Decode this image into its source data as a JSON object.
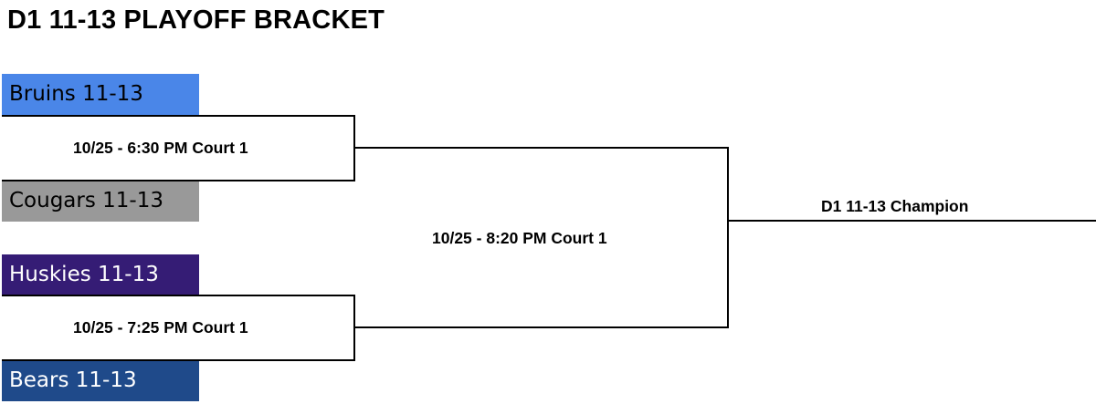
{
  "title": "D1 11-13 PLAYOFF BRACKET",
  "teams": [
    {
      "name": "Bruins 11-13",
      "color": "#4a86e8"
    },
    {
      "name": "Cougars 11-13",
      "color": "#999999"
    },
    {
      "name": "Huskies 11-13",
      "color": "#351c75"
    },
    {
      "name": "Bears 11-13",
      "color": "#1f4a8a"
    }
  ],
  "games": [
    {
      "label": "10/25 - 6:30 PM Court 1"
    },
    {
      "label": "10/25 - 7:25 PM Court 1"
    },
    {
      "label": "10/25 - 8:20 PM Court 1"
    }
  ],
  "champion": {
    "label": "D1 11-13 Champion"
  }
}
